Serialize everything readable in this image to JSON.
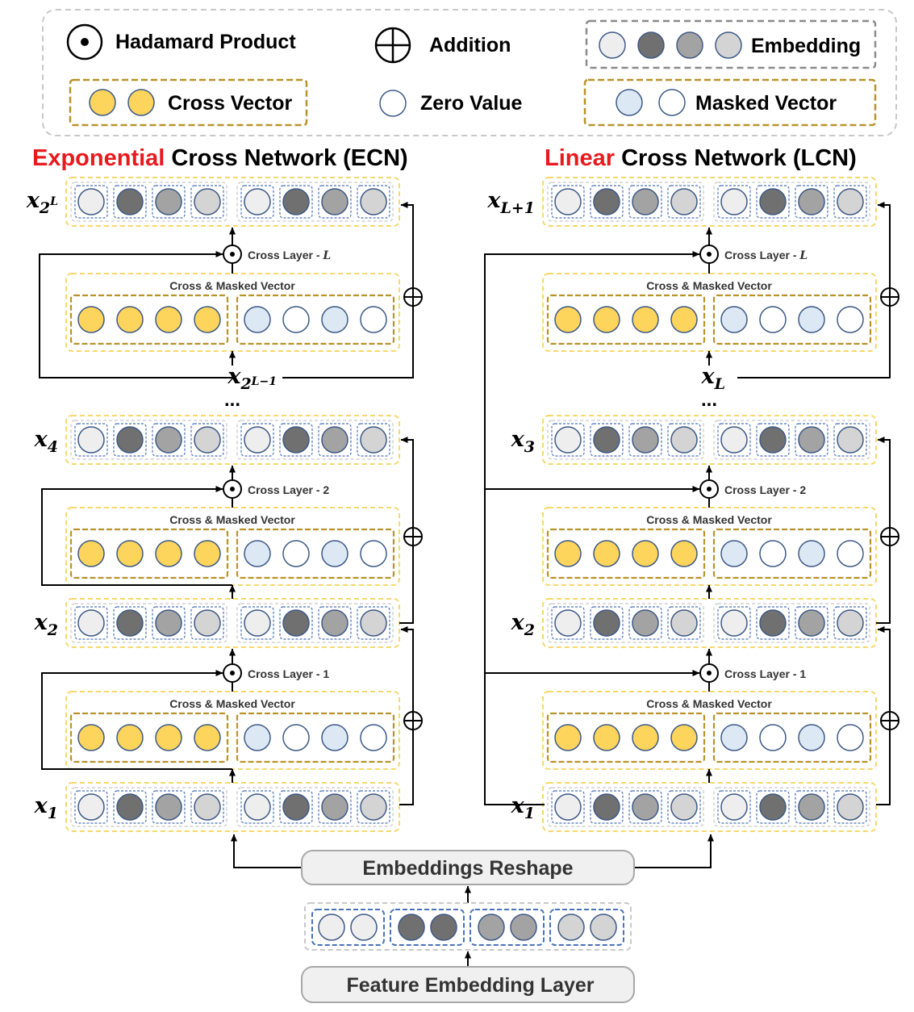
{
  "legend": {
    "hadamard": "Hadamard Product",
    "addition": "Addition",
    "embedding": "Embedding",
    "cross_vector": "Cross Vector",
    "zero_value": "Zero Value",
    "masked_vector": "Masked Vector"
  },
  "ecn": {
    "title_highlight": "Exponential",
    "title_rest": " Cross Network (ECN)",
    "inputs": [
      {
        "base": "x",
        "sub": "1"
      },
      {
        "base": "x",
        "sub": "2"
      },
      {
        "base": "x",
        "sub": "4"
      },
      {
        "base": "x",
        "sub": "2",
        "sup": "L"
      }
    ],
    "mid_label": {
      "base": "x",
      "sub": "2",
      "subsup": "L−1"
    },
    "cross_layers": [
      "Cross Layer - 1",
      "Cross Layer - 2",
      "Cross Layer - L"
    ],
    "cross_masked": "Cross & Masked Vector"
  },
  "lcn": {
    "title_highlight": "Linear",
    "title_rest": " Cross Network (LCN)",
    "inputs": [
      {
        "base": "x",
        "sub": "1"
      },
      {
        "base": "x",
        "sub": "2"
      },
      {
        "base": "x",
        "sub": "3"
      },
      {
        "base": "x",
        "sub": "L+1"
      }
    ],
    "mid_label": {
      "base": "x",
      "sub": "L"
    },
    "cross_layers": [
      "Cross Layer - 1",
      "Cross Layer - 2",
      "Cross Layer - L"
    ],
    "cross_masked": "Cross & Masked Vector"
  },
  "ellipsis": "...",
  "embeddings_reshape": "Embeddings Reshape",
  "feature_embedding_layer": "Feature Embedding Layer",
  "colors": {
    "highlight_red": "#e8191f",
    "cross_yellow": "#fdd45c",
    "masked_blue": "#dde8f5",
    "emb_1": "#eeeeee",
    "emb_2": "#707070",
    "emb_3": "#a3a3a3",
    "emb_4": "#d4d4d4",
    "yellow_frame": "#f7d86a",
    "gold_frame": "#b8922a",
    "node_stroke": "#3e5a86",
    "dashed_blue": "#4a72b8"
  }
}
